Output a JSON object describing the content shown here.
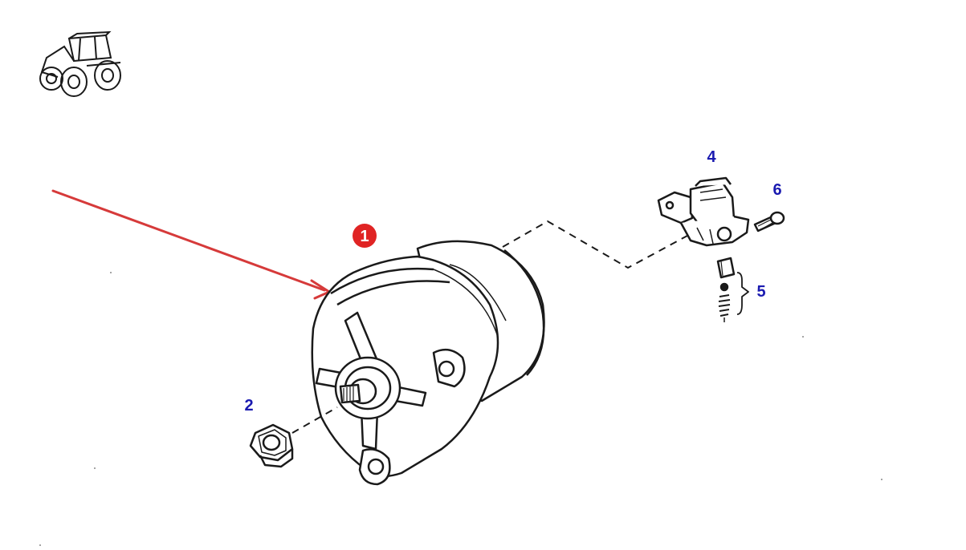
{
  "diagram": {
    "callouts": [
      {
        "id": "2",
        "label": "2"
      },
      {
        "id": "4",
        "label": "4"
      },
      {
        "id": "5",
        "label": "5"
      },
      {
        "id": "6",
        "label": "6"
      }
    ],
    "highlight_badge": {
      "label": "1"
    }
  },
  "colors": {
    "callout": "#1a1ab0",
    "badge": "#e02424",
    "arrow": "#d63a3a",
    "line": "#1a1a1a"
  },
  "icons": {
    "vehicle": "tractor-icon",
    "main_part": "alternator-drawing",
    "nut": "hex-nut-drawing",
    "regulator": "regulator-drawing",
    "screw": "screw-drawing",
    "brush": "brush-spring-drawing"
  }
}
